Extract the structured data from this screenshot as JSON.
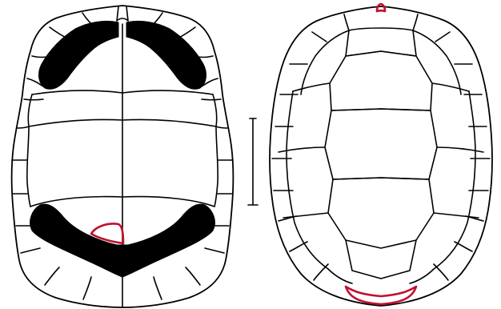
{
  "figure": {
    "highlight_color": "#c0102e",
    "line_color": "#000000",
    "fill_color": "#000000",
    "background": "#ffffff",
    "panels": [
      {
        "view": "plastron",
        "highlight": "notch-at-posterior-midline"
      },
      {
        "view": "carapace",
        "highlight": "nuchal-and-pygal-region"
      }
    ],
    "scale_bar": {
      "label": ""
    }
  }
}
